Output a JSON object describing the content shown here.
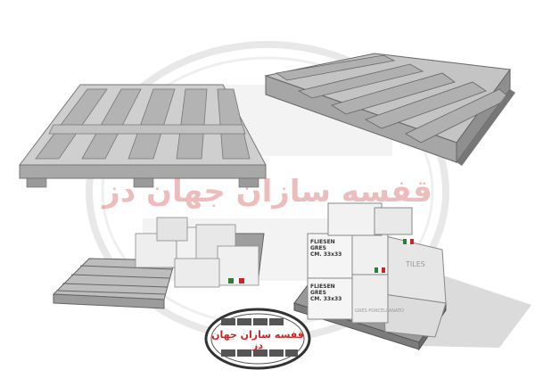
{
  "watermark": {
    "text": "قفسه سازان جهان دز",
    "color": "#c62828"
  },
  "logo": {
    "text": "قفسه سازان جهان دز",
    "color": "#c62828"
  },
  "boxes": {
    "front_title": "FLIESEN GRES",
    "front_size": "CM. 33x33",
    "front_title_2": "FLIESEN GRES",
    "front_size_2": "CM. 33x33",
    "side_text": "TILES",
    "porcelain": "GRES PORCELLANATO"
  },
  "colors": {
    "pallet": "#bfbfbf",
    "pallet_dark": "#8c8c8c",
    "box": "#eeeeee",
    "flag_green": "#2e7d32",
    "flag_red": "#c62828"
  }
}
